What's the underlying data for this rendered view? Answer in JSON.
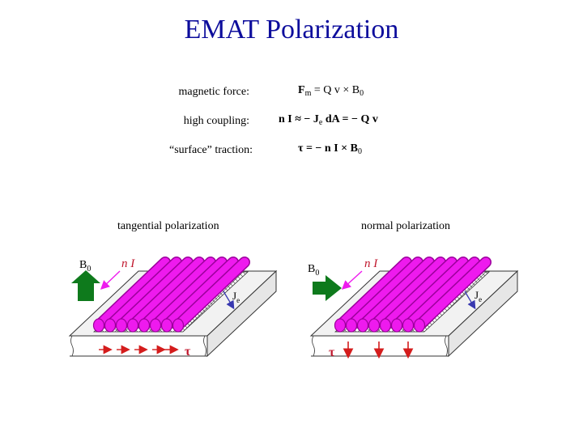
{
  "title": "EMAT Polarization",
  "equations": [
    {
      "label": "magnetic force:",
      "lhs": "F",
      "lhs_sub": "m",
      "rhs": "= Q v × B",
      "rhs_sub": "0"
    },
    {
      "label": "high coupling:",
      "text": "n I  ≈ − J",
      "sub": "e",
      "rest": " dA  = − Q v"
    },
    {
      "label": "“surface” traction:",
      "text": "τ  = − n I × B",
      "sub": "0"
    }
  ],
  "panels": {
    "tangential": {
      "label": "tangential polarization",
      "b0": "B",
      "b0_sub": "0",
      "nI": "n I",
      "je": "J",
      "je_sub": "e",
      "tau": "τ"
    },
    "normal": {
      "label": "normal polarization",
      "b0": "B",
      "b0_sub": "0",
      "nI": "n I",
      "je": "J",
      "je_sub": "e",
      "tau": "τ"
    }
  },
  "colors": {
    "title": "#0d0d9c",
    "wire": "#ee1aee",
    "wire_dark": "#9c009c",
    "b0_arrow": "#0e7a1c",
    "traction": "#d41c1c",
    "current_arrow": "#3838b0",
    "label_red": "#c0172d",
    "block_top": "#f2f2f2"
  }
}
